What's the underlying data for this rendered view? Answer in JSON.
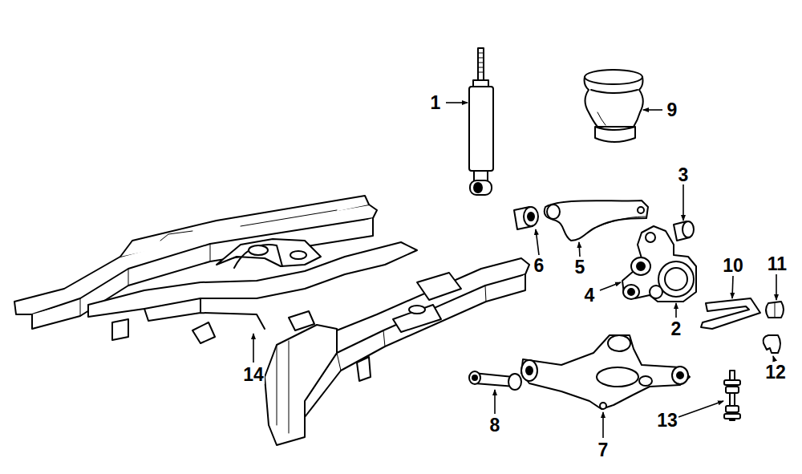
{
  "diagram": {
    "labels": [
      "1",
      "9",
      "3",
      "6",
      "5",
      "11",
      "10",
      "4",
      "2",
      "14",
      "12",
      "13",
      "8",
      "7"
    ]
  }
}
